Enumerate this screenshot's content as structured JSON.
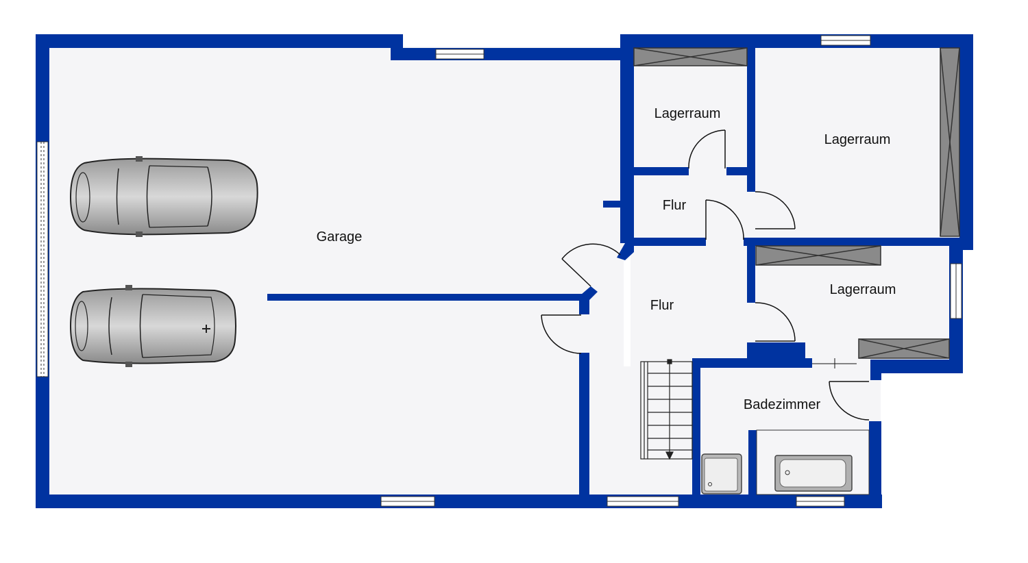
{
  "rooms": {
    "garage": "Garage",
    "lager_small": "Lagerraum",
    "lager_large": "Lagerraum",
    "lager_lower": "Lagerraum",
    "flur_upper": "Flur",
    "flur_main": "Flur",
    "bad": "Badezimmer"
  },
  "colors": {
    "wall": "#0033a0",
    "floor": "#f5f5f7",
    "cabinet": "#8a8a8a",
    "door": "#111111"
  },
  "icons": [
    "car-icon",
    "stair-icon",
    "shower-icon",
    "bathtub-icon",
    "door-swing-icon",
    "window-icon",
    "cabinet-icon"
  ]
}
